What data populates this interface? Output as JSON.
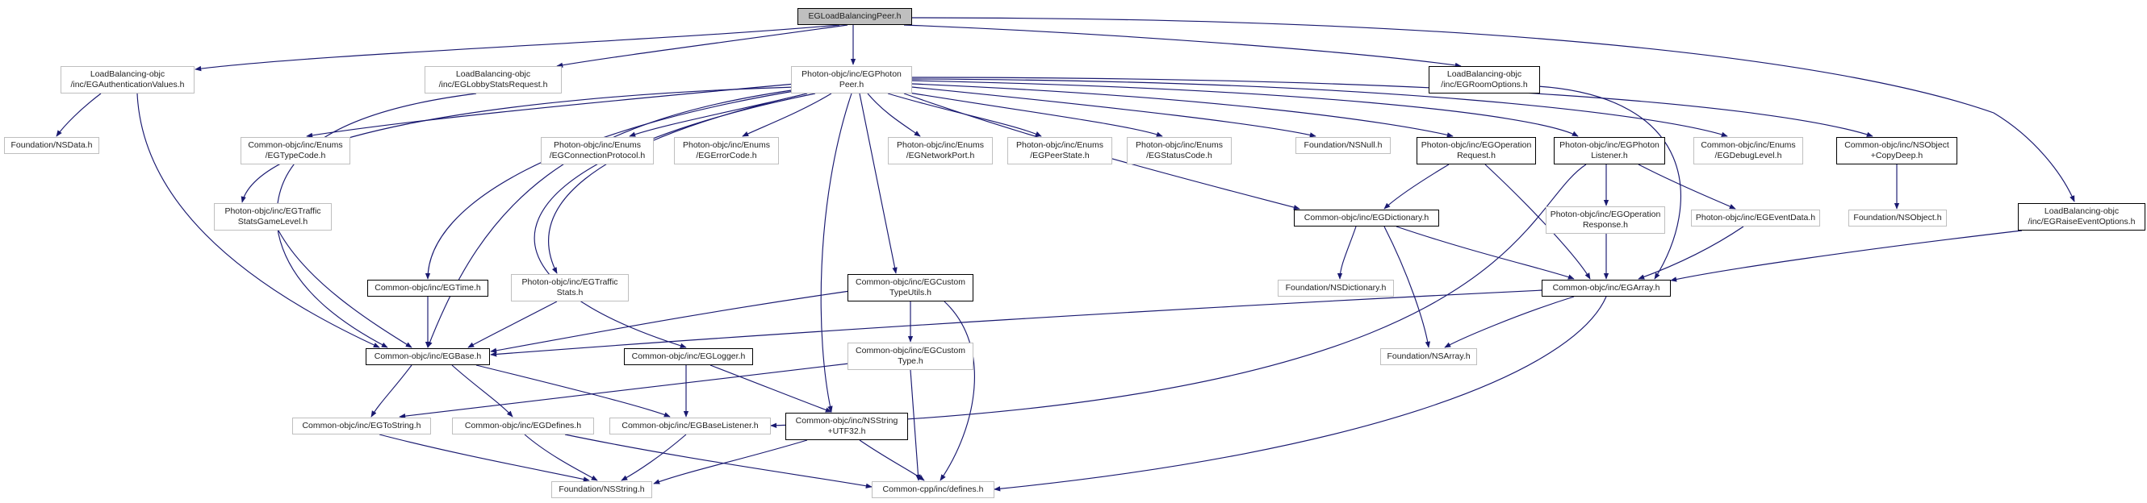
{
  "colors": {
    "edge": "#191970",
    "root_fill": "#bfbfbf",
    "documented_border": "#000000",
    "external_border": "#bfbfbf"
  },
  "nodes": {
    "root": {
      "l1": "EGLoadBalancingPeer.h"
    },
    "authvals": {
      "l1": "LoadBalancing-objc",
      "l2": "/inc/EGAuthenticationValues.h"
    },
    "lobbystats": {
      "l1": "LoadBalancing-objc",
      "l2": "/inc/EGLobbyStatsRequest.h"
    },
    "photonpeer": {
      "l1": "Photon-objc/inc/EGPhoton",
      "l2": "Peer.h"
    },
    "roomopts": {
      "l1": "LoadBalancing-objc",
      "l2": "/inc/EGRoomOptions.h"
    },
    "raiseopts": {
      "l1": "LoadBalancing-objc",
      "l2": "/inc/EGRaiseEventOptions.h"
    },
    "nsdata": {
      "l1": "Foundation/NSData.h"
    },
    "typecode": {
      "l1": "Common-objc/inc/Enums",
      "l2": "/EGTypeCode.h"
    },
    "traffgame": {
      "l1": "Photon-objc/inc/EGTraffic",
      "l2": "StatsGameLevel.h"
    },
    "conproto": {
      "l1": "Photon-objc/inc/Enums",
      "l2": "/EGConnectionProtocol.h"
    },
    "errcode": {
      "l1": "Photon-objc/inc/Enums",
      "l2": "/EGErrorCode.h"
    },
    "netport": {
      "l1": "Photon-objc/inc/Enums",
      "l2": "/EGNetworkPort.h"
    },
    "peerstate": {
      "l1": "Photon-objc/inc/Enums",
      "l2": "/EGPeerState.h"
    },
    "statuscode": {
      "l1": "Photon-objc/inc/Enums",
      "l2": "/EGStatusCode.h"
    },
    "nsnull": {
      "l1": "Foundation/NSNull.h"
    },
    "opreq": {
      "l1": "Photon-objc/inc/EGOperation",
      "l2": "Request.h"
    },
    "listener": {
      "l1": "Photon-objc/inc/EGPhoton",
      "l2": "Listener.h"
    },
    "debuglvl": {
      "l1": "Common-objc/inc/Enums",
      "l2": "/EGDebugLevel.h"
    },
    "copydeep": {
      "l1": "Common-objc/inc/NSObject",
      "l2": "+CopyDeep.h"
    },
    "dict": {
      "l1": "Common-objc/inc/EGDictionary.h"
    },
    "opresp": {
      "l1": "Photon-objc/inc/EGOperation",
      "l2": "Response.h"
    },
    "eventdata": {
      "l1": "Photon-objc/inc/EGEventData.h"
    },
    "nsobject": {
      "l1": "Foundation/NSObject.h"
    },
    "egtime": {
      "l1": "Common-objc/inc/EGTime.h"
    },
    "traffstats": {
      "l1": "Photon-objc/inc/EGTraffic",
      "l2": "Stats.h"
    },
    "customutils": {
      "l1": "Common-objc/inc/EGCustom",
      "l2": "TypeUtils.h"
    },
    "nsdict": {
      "l1": "Foundation/NSDictionary.h"
    },
    "egarray": {
      "l1": "Common-objc/inc/EGArray.h"
    },
    "egbase": {
      "l1": "Common-objc/inc/EGBase.h"
    },
    "logger": {
      "l1": "Common-objc/inc/EGLogger.h"
    },
    "customtype": {
      "l1": "Common-objc/inc/EGCustom",
      "l2": "Type.h"
    },
    "nsarray": {
      "l1": "Foundation/NSArray.h"
    },
    "egtostr": {
      "l1": "Common-objc/inc/EGToString.h"
    },
    "egdefines": {
      "l1": "Common-objc/inc/EGDefines.h"
    },
    "baselistener": {
      "l1": "Common-objc/inc/EGBaseListener.h"
    },
    "utf32": {
      "l1": "Common-objc/inc/NSString",
      "l2": "+UTF32.h"
    },
    "nsstring": {
      "l1": "Foundation/NSString.h"
    },
    "defines": {
      "l1": "Common-cpp/inc/defines.h"
    }
  }
}
